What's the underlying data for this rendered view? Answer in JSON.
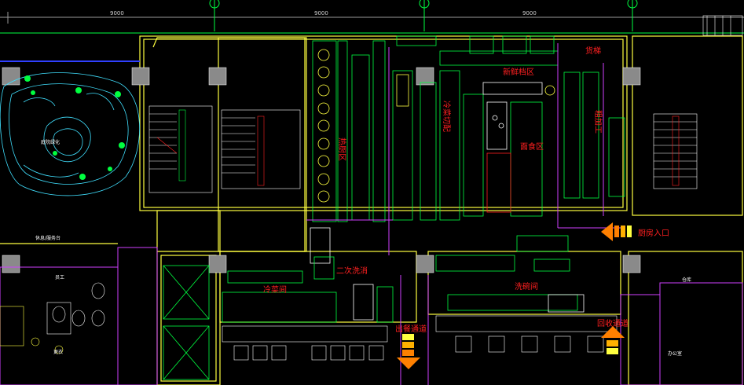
{
  "dimensions": [
    "9000",
    "9000",
    "9000"
  ],
  "red_labels": {
    "hot_kitchen_v": "热厨区",
    "cold_cut": "冷菜切配",
    "fresh_display": "新鲜档区",
    "prep_room": "粗加工",
    "pastry": "面食区",
    "elevator": "货梯",
    "kitchen_entrance": "厨房入口",
    "secondary_wash": "二次洗消",
    "cold_room": "冷菜间",
    "dish_wash": "洗碗间",
    "serve_area": "出餐通道",
    "return_area": "回收通道"
  },
  "white_labels": {
    "garden": "庭院绿化",
    "reception": "休息/服务台",
    "office_a": "员工",
    "office_b": "更衣",
    "storage": "仓库",
    "manager": "办公室"
  },
  "colors": {
    "wall_yellow": "#ffff40",
    "equip_green": "#00ff40",
    "partition_magenta": "#d040ff",
    "garden_cyan": "#40e0ff",
    "arrow_orange": "#ff8000"
  }
}
